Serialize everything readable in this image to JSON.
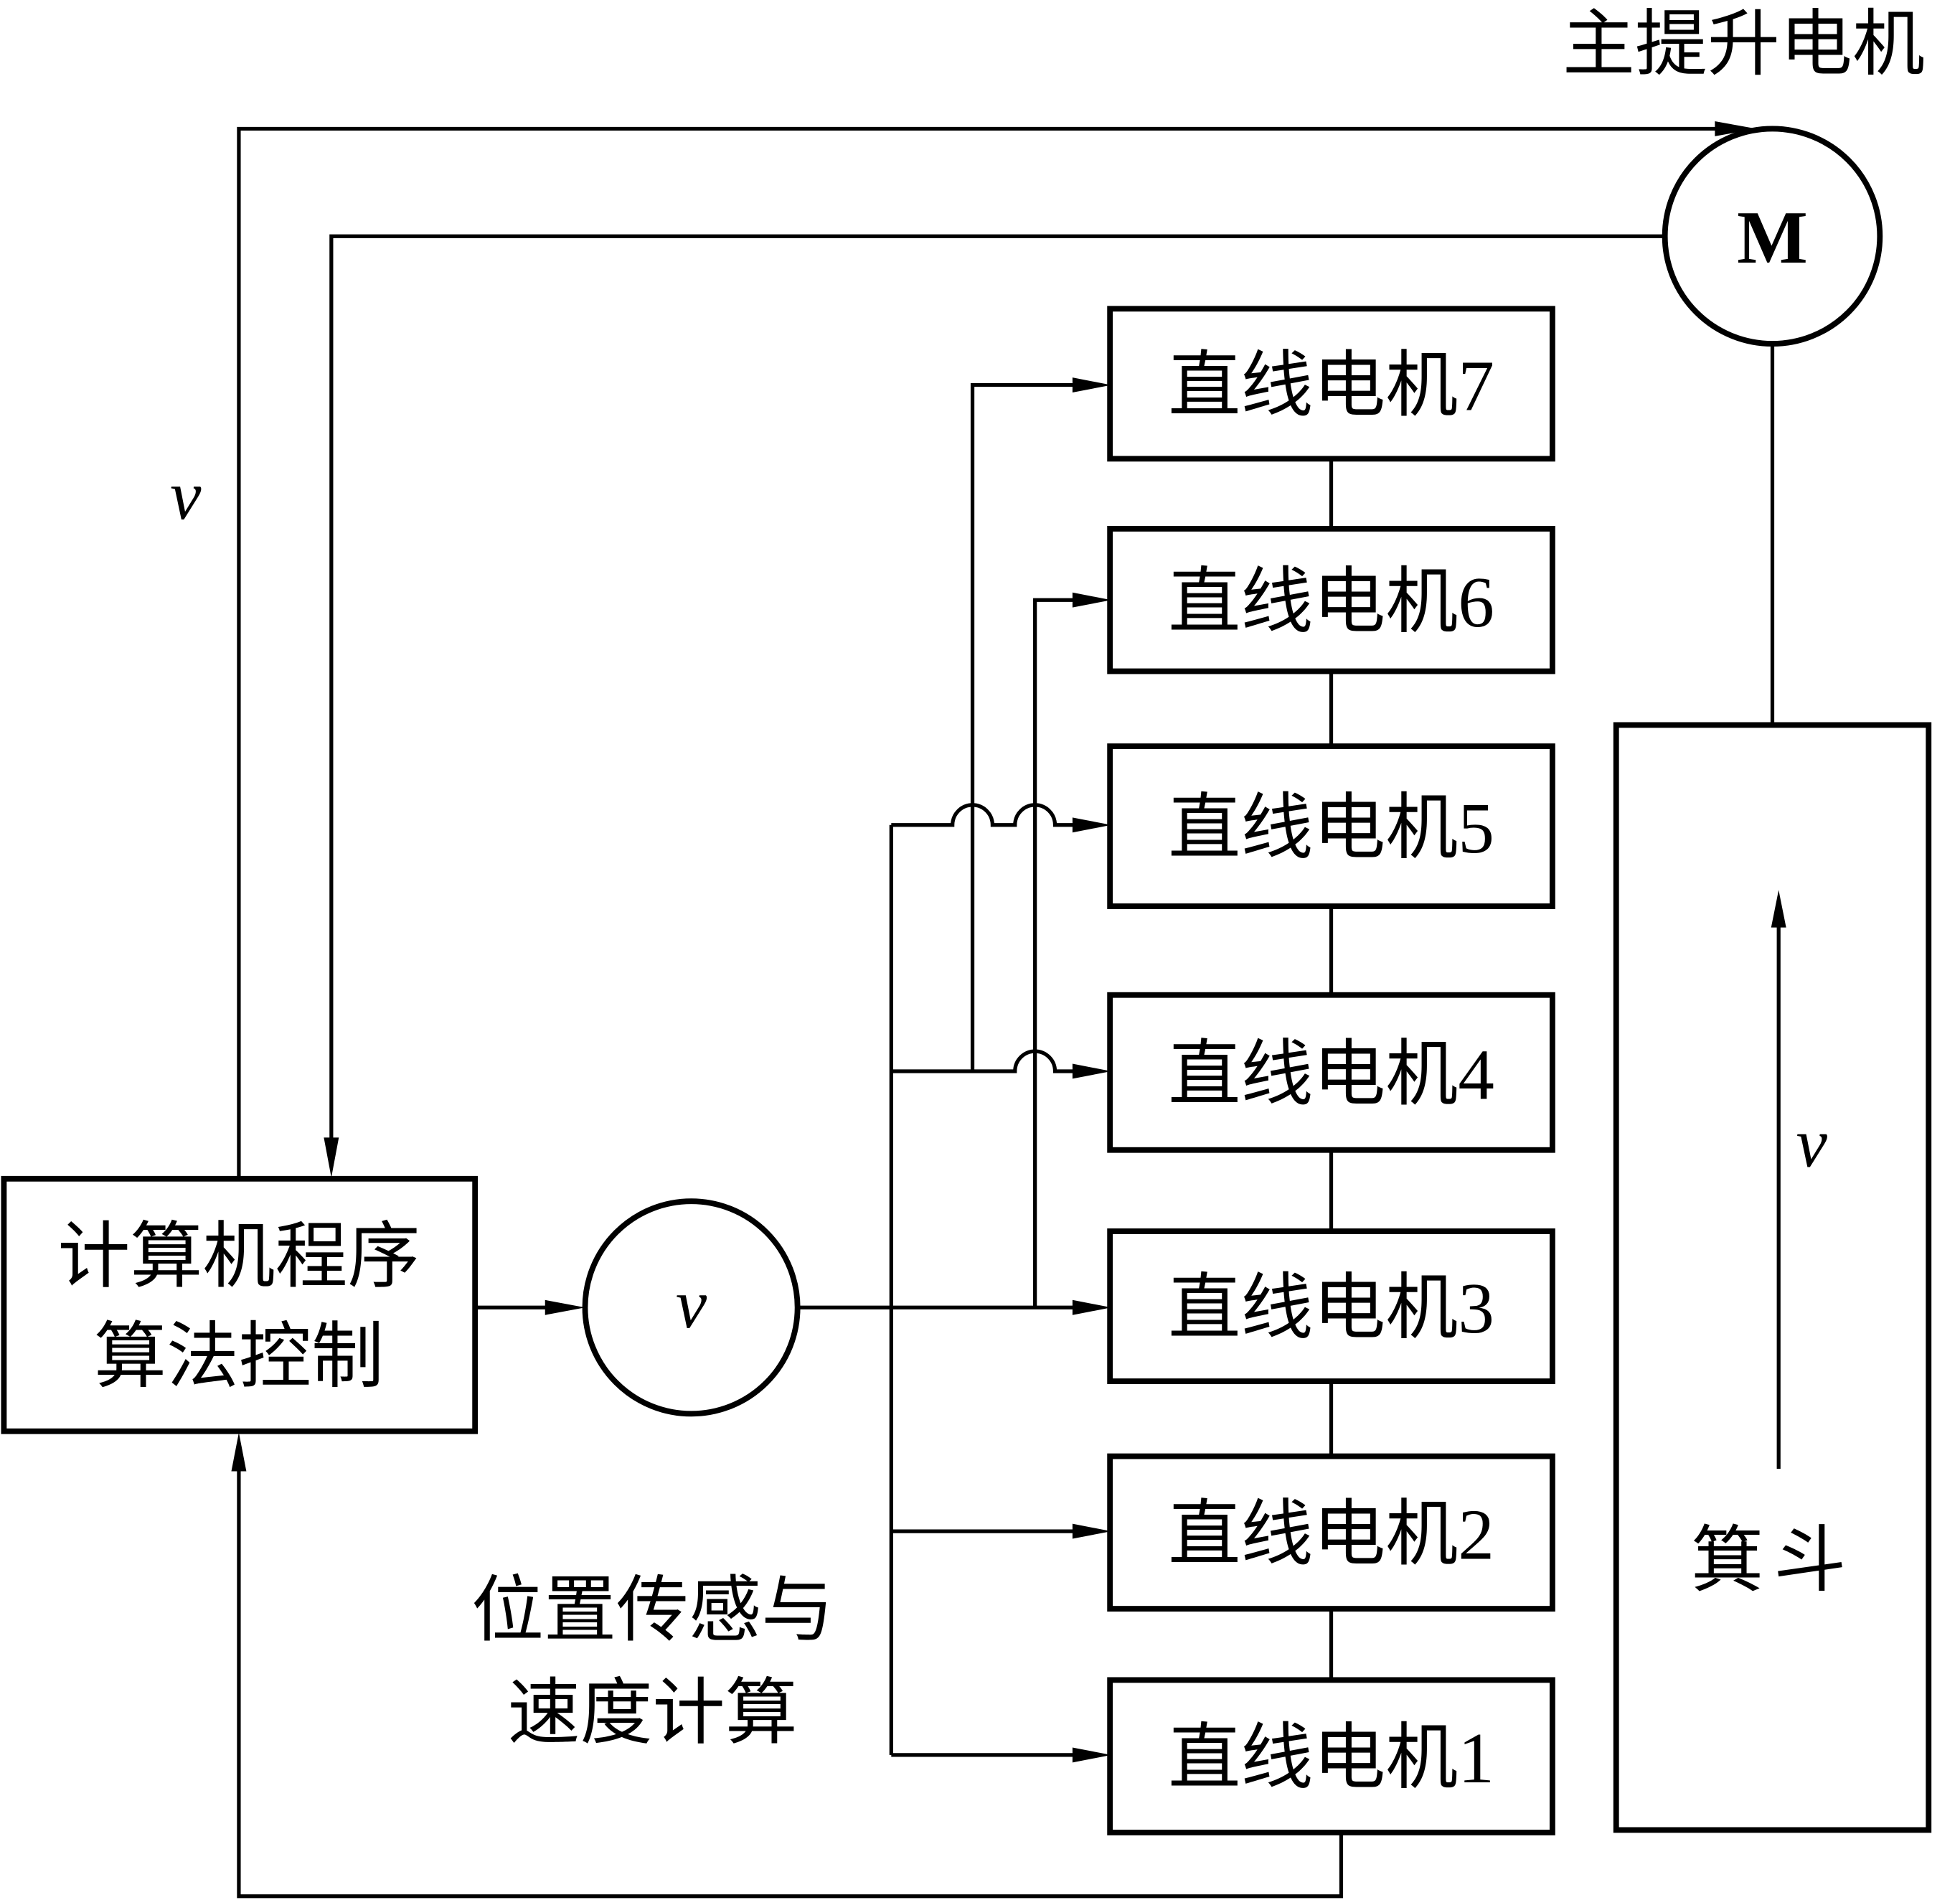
{
  "diagram": {
    "main_motor": {
      "title": "主提升电机",
      "symbol": "M"
    },
    "controller": {
      "line1": "计算机程序",
      "line2": "算法控制"
    },
    "speed_node": {
      "symbol": "v"
    },
    "sensor_label": {
      "line1": "位置传感与",
      "line2": "速度计算"
    },
    "skip": {
      "label": "箕斗",
      "velocity": "v"
    },
    "feedback_velocity_label": "v",
    "linear_motors": [
      {
        "label": "直线电机7"
      },
      {
        "label": "直线电机6"
      },
      {
        "label": "直线电机5"
      },
      {
        "label": "直线电机4"
      },
      {
        "label": "直线电机3"
      },
      {
        "label": "直线电机2"
      },
      {
        "label": "直线电机1"
      }
    ]
  }
}
